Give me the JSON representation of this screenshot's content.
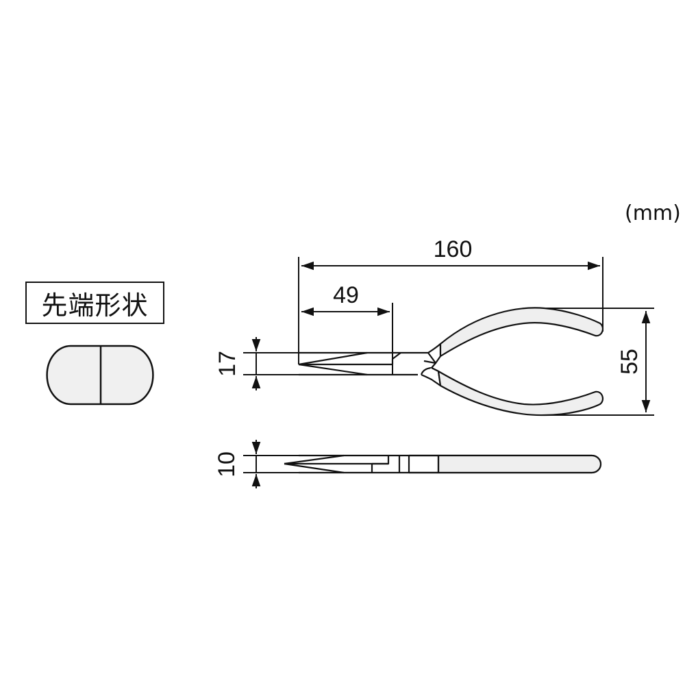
{
  "unit_label": "(mm)",
  "tip_shape": {
    "label": "先端形状",
    "shape": "rounded-oval-split",
    "fill": "#f0f0f0"
  },
  "dimensions": {
    "overall_length": "160",
    "nose_length": "49",
    "nose_width": "17",
    "handle_spread": "55",
    "thickness": "10"
  },
  "colors": {
    "line": "#111111",
    "handle_fill": "#efefef",
    "background": "#ffffff"
  }
}
